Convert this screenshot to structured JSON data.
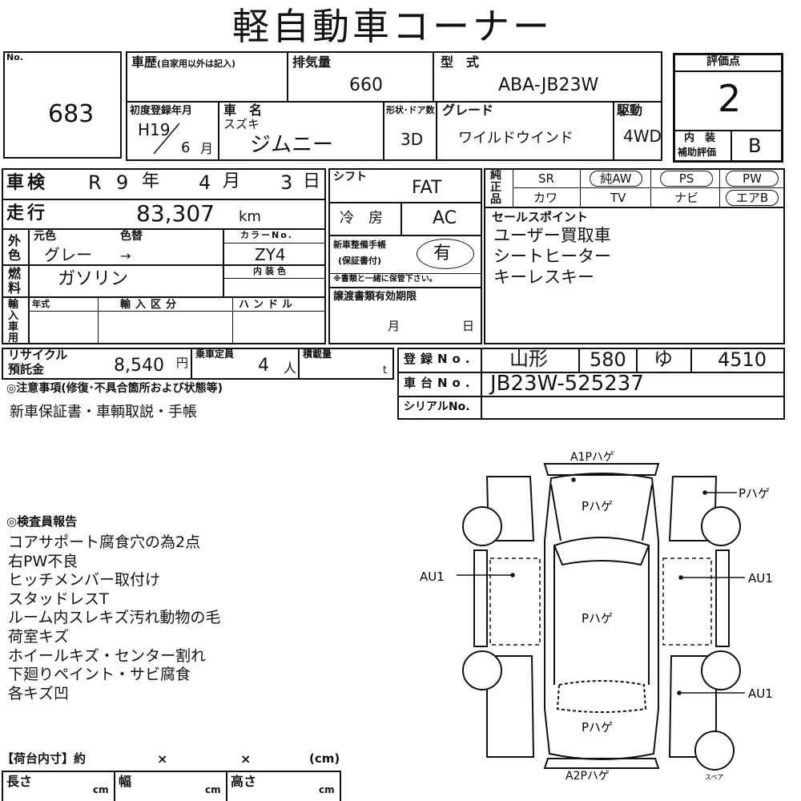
{
  "header": {
    "title": "軽自動車コーナー"
  },
  "lot": {
    "no_label": "No.",
    "number": "683"
  },
  "history": {
    "label": "車歴",
    "note": "(自家用以外は記入)",
    "value": ""
  },
  "displacement": {
    "label": "排気量",
    "value": "660"
  },
  "model_code": {
    "label": "型　式",
    "value": "ABA-JB23W"
  },
  "score": {
    "label": "評価点",
    "value": "2",
    "interior_label_1": "内　装",
    "interior_label_2": "補助評価",
    "interior_value": "B"
  },
  "first_reg": {
    "label": "初度登録年月",
    "era": "H19",
    "month": "6",
    "month_unit": "月"
  },
  "car_name": {
    "label": "車　名",
    "maker": "スズキ",
    "name": "ジムニー"
  },
  "body": {
    "label": "形状･ドア数",
    "value": "3D"
  },
  "grade": {
    "label": "グレード",
    "value": "ワイルドウインド"
  },
  "drive": {
    "label": "駆動",
    "value": "4WD"
  },
  "inspection": {
    "label": "車検",
    "era": "R",
    "year": "9",
    "year_unit": "年",
    "month": "4",
    "month_unit": "月",
    "day": "3",
    "day_unit": "日"
  },
  "shift": {
    "label": "シフト",
    "value": "FAT"
  },
  "equipment": {
    "label": "純正品",
    "items": [
      "SR",
      "純AW",
      "PS",
      "PW",
      "カワ",
      "TV",
      "ナビ",
      "エアB"
    ]
  },
  "mileage": {
    "label": "走行",
    "value": "83,307",
    "unit": "km"
  },
  "aircon": {
    "label": "冷　房",
    "value": "AC"
  },
  "sales_points": {
    "label": "セールスポイント",
    "items": [
      "ユーザー買取車",
      "シートヒーター",
      "キーレスキー"
    ]
  },
  "exterior": {
    "label": "外色",
    "original_label": "元色",
    "repaint_label": "色替",
    "original": "グレー",
    "arrow": "→",
    "color_no_label": "カラーNo.",
    "color_no": "ZY4",
    "interior_color_label": "内装色"
  },
  "warranty": {
    "label_1": "新車整備手帳",
    "label_2": "(保証書付)",
    "value": "有",
    "note": "※書類と一緒に保管下さい。"
  },
  "fuel": {
    "label": "燃料",
    "value": "ガソリン"
  },
  "import": {
    "label": "輸入車用",
    "year_label": "年式",
    "category_label": "輸入区分",
    "handle_label": "ハンドル"
  },
  "transfer_docs": {
    "label": "譲渡書類有効期限",
    "month_unit": "月",
    "day_unit": "日"
  },
  "recycle": {
    "label_1": "リサイクル",
    "label_2": "預託金",
    "value": "8,540",
    "unit": "円"
  },
  "capacity": {
    "label": "乗車定員",
    "value": "4",
    "unit": "人"
  },
  "load": {
    "label": "積載量",
    "unit": "t"
  },
  "registration": {
    "label": "登録No.",
    "region": "山形",
    "class": "580",
    "kana": "ゆ",
    "number": "4510"
  },
  "chassis": {
    "label": "車台No.",
    "value": "JB23W-525237"
  },
  "serial": {
    "label": "シリアルNo.",
    "value": ""
  },
  "notes": {
    "label": "◎注意事項(修復･不具合箇所および状態等)",
    "text": "新車保証書・車輌取説・手帳"
  },
  "inspector": {
    "label": "◎検査員報告",
    "items": [
      "コアサポート腐食穴の為2点",
      "右PW不良",
      "ヒッチメンバー取付け",
      "スタッドレスT",
      "ルーム内スレキズ汚れ動物の毛",
      "荷室キズ",
      "ホイールキズ・センター割れ",
      "下廻りペイント・サビ腐食",
      "各キズ凹"
    ]
  },
  "cargo": {
    "label": "【荷台内寸】約",
    "x1": "×",
    "x2": "×",
    "unit": "(cm)",
    "length_label": "長さ",
    "width_label": "幅",
    "height_label": "高さ",
    "cm": "cm"
  },
  "diagram": {
    "front_bumper": "A1Pハゲ",
    "hood": "Pハゲ",
    "right_fender": "Pハゲ",
    "left_side": "AU1",
    "right_door": "AU1",
    "roof": "Pハゲ",
    "right_rear": "AU1",
    "tailgate": "Pハゲ",
    "rear_bumper": "A2Pハゲ",
    "spare": "スペア"
  }
}
